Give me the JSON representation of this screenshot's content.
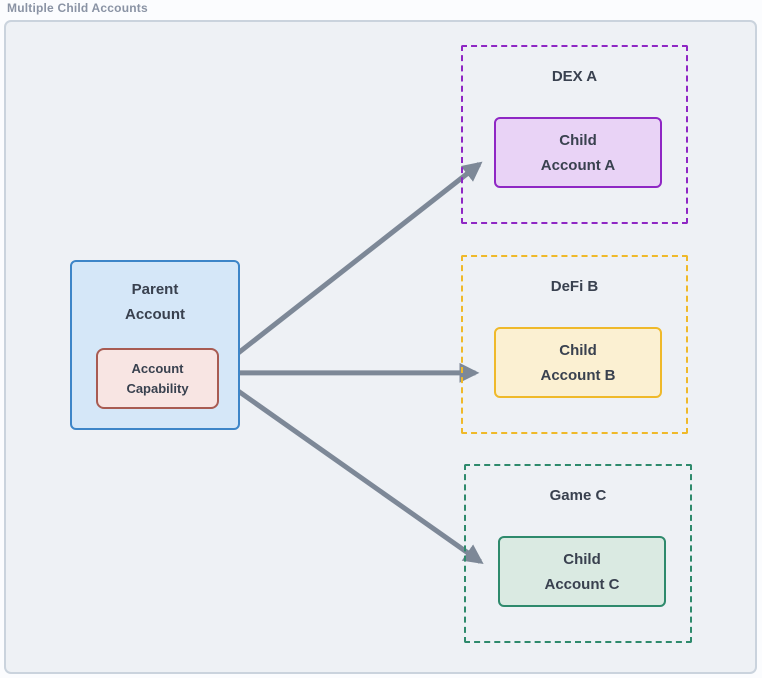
{
  "page": {
    "title": "Multiple Child Accounts"
  },
  "diagram": {
    "parent": {
      "label": [
        "Parent",
        "Account"
      ],
      "capability": [
        "Account",
        "Capability"
      ],
      "fill": "#D5E7F8",
      "border": "#3D85C8",
      "capability_fill": "#F8E5E3",
      "capability_border": "#A85B52"
    },
    "groups": [
      {
        "label": "DEX A",
        "child": [
          "Child",
          "Account A"
        ],
        "accent": "#8F27C4",
        "child_fill": "#E9D3F6"
      },
      {
        "label": "DeFi B",
        "child": [
          "Child",
          "Account B"
        ],
        "accent": "#EFB92A",
        "child_fill": "#FBF0D2"
      },
      {
        "label": "Game C",
        "child": [
          "Child",
          "Account C"
        ],
        "accent": "#2E8A6C",
        "child_fill": "#DAEAE2"
      }
    ],
    "colors": {
      "canvas_fill": "#EEF1F5",
      "canvas_border": "#CAD3DD",
      "arrow": "#7D8897",
      "text": "#39414F",
      "title_text": "#8A93A4"
    }
  }
}
